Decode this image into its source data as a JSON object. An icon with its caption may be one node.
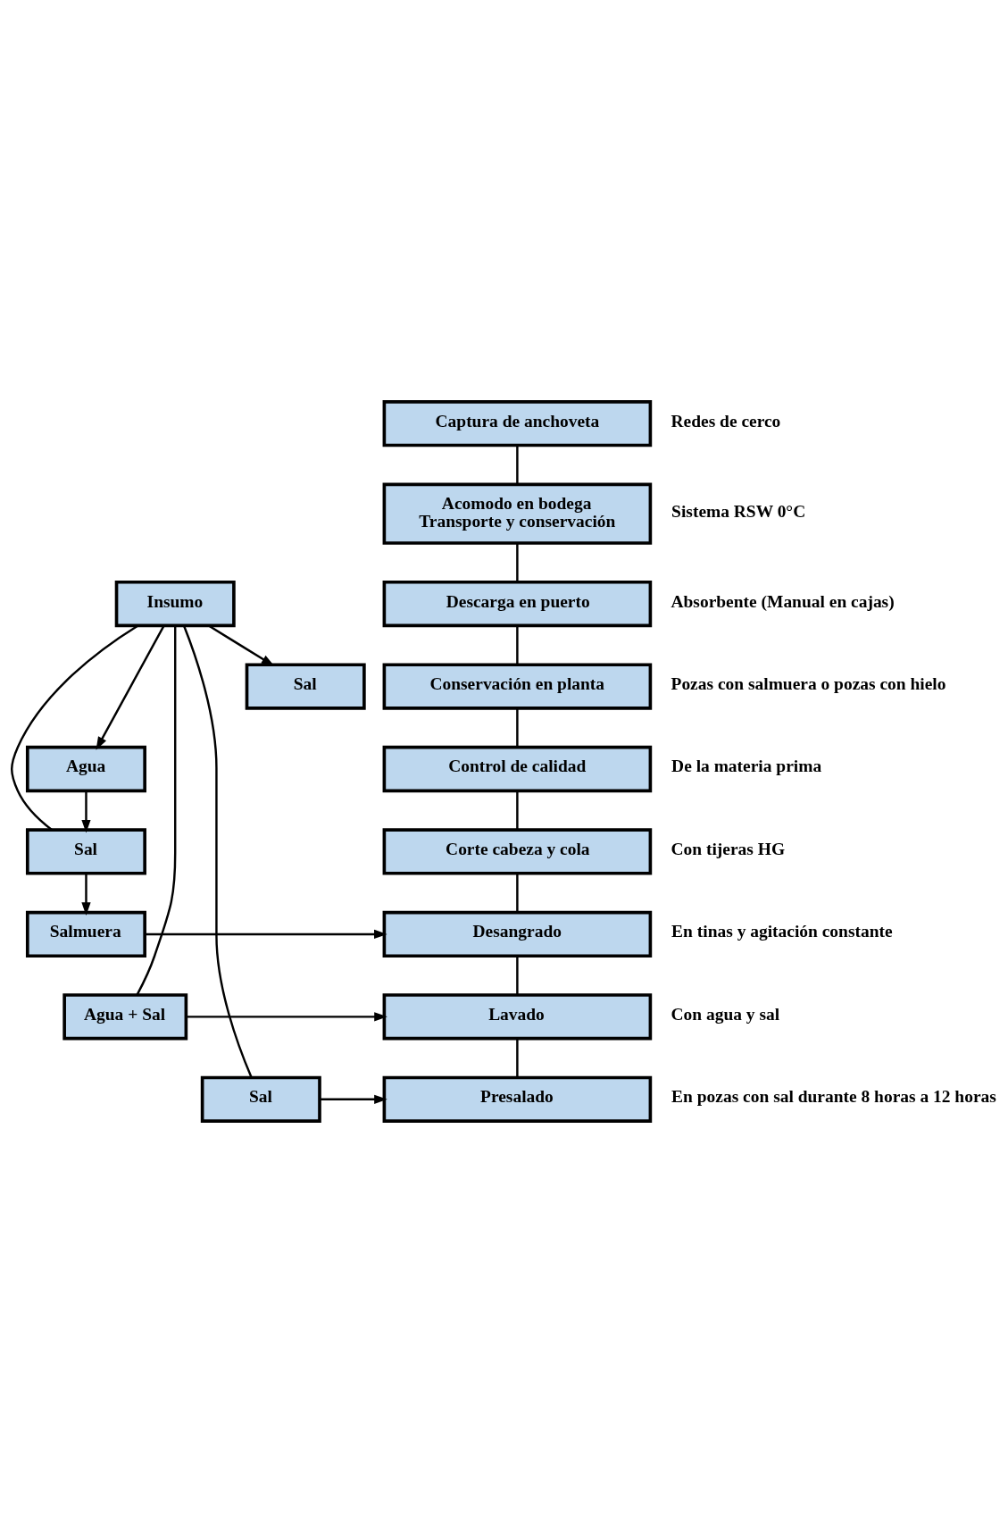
{
  "diagram": {
    "nodes": [
      {
        "text": [
          "Captura de anchoveta"
        ],
        "beside": [
          "Redes de cerco"
        ]
      },
      {
        "text": [
          "Acomodo en bodega",
          "Transporte y conservación"
        ],
        "beside": [
          "Sistema RSW 0°C"
        ]
      },
      {
        "text": [
          "Descarga en puerto"
        ],
        "beside": [
          "Absorbente (Manual en cajas)"
        ]
      },
      {
        "text": [
          "Conservación en planta"
        ],
        "beside": [
          "Pozas con salmuera o pozas con hielo"
        ]
      },
      {
        "text": [
          "Control de calidad"
        ],
        "beside": [
          "De la materia prima"
        ]
      },
      {
        "text": [
          "Corte cabeza y cola"
        ],
        "beside": [
          "Con tijeras HG"
        ]
      },
      {
        "text": [
          "Desangrado"
        ],
        "beside": [
          "En tinas y agitación constante"
        ]
      },
      {
        "text": [
          "Lavado"
        ],
        "beside": [
          "Con agua y sal"
        ]
      },
      {
        "text": [
          "Presalado"
        ],
        "beside": [
          "En pozas con sal durante 8 horas a 12 horas"
        ]
      },
      {
        "text": [
          "Insumo"
        ]
      },
      {
        "text": [
          "Sal"
        ]
      },
      {
        "text": [
          "Agua"
        ]
      },
      {
        "text": [
          "Sal"
        ]
      },
      {
        "text": [
          "Salmuera"
        ]
      },
      {
        "text": [
          "Agua + Sal"
        ]
      },
      {
        "text": [
          "Sal"
        ]
      }
    ],
    "edges": [
      {
        "from": 0,
        "to": 1,
        "arrow": "none"
      },
      {
        "from": 1,
        "to": 2,
        "arrow": "none"
      },
      {
        "from": 2,
        "to": 3,
        "arrow": "none"
      },
      {
        "from": 3,
        "to": 4,
        "arrow": "none"
      },
      {
        "from": 4,
        "to": 5,
        "arrow": "none"
      },
      {
        "from": 5,
        "to": 6,
        "arrow": "none"
      },
      {
        "from": 6,
        "to": 7,
        "arrow": "none"
      },
      {
        "from": 7,
        "to": 8,
        "arrow": "none"
      },
      {
        "from": 9,
        "to": 10,
        "arrow": "to"
      },
      {
        "from": 9,
        "to": 11,
        "arrow": "to"
      },
      {
        "from": 11,
        "to": 12,
        "arrow": "to"
      },
      {
        "from": 9,
        "to": 12,
        "arrow": "none"
      },
      {
        "from": 12,
        "to": 13,
        "arrow": "to"
      },
      {
        "from": 13,
        "to": 6,
        "arrow": "to"
      },
      {
        "from": 9,
        "to": 14,
        "arrow": "none"
      },
      {
        "from": 14,
        "to": 7,
        "arrow": "to"
      },
      {
        "from": 9,
        "to": 15,
        "arrow": "none"
      },
      {
        "from": 15,
        "to": 8,
        "arrow": "to"
      }
    ]
  }
}
